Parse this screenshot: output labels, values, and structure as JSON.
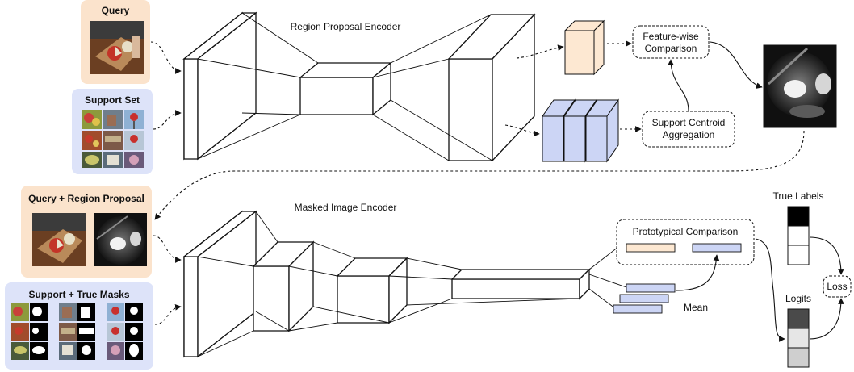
{
  "top": {
    "query_label": "Query",
    "support_set_label": "Support Set",
    "encoder_label": "Region Proposal Encoder",
    "comparison_label_1": "Feature-wise",
    "comparison_label_2": "Comparison",
    "centroid_label_1": "Support Centroid",
    "centroid_label_2": "Aggregation"
  },
  "bottom": {
    "query_proposal_label": "Query + Region Proposal",
    "support_masks_label": "Support + True Masks",
    "encoder_label": "Masked Image Encoder",
    "proto_label": "Prototypical Comparison",
    "mean_label": "Mean",
    "true_labels_label": "True Labels",
    "logits_label": "Logits",
    "loss_label": "Loss"
  },
  "colors": {
    "query_panel": "#fbe3cc",
    "support_panel": "#dde3f9",
    "query_feature": "#fde8d2",
    "support_feature": "#ccd5f5",
    "feature_stroke": "#6a7ab8",
    "true_label_dark": "#000000",
    "logit_fills": [
      "#4a4a4a",
      "#e6e6e6",
      "#cfcfcf"
    ]
  }
}
